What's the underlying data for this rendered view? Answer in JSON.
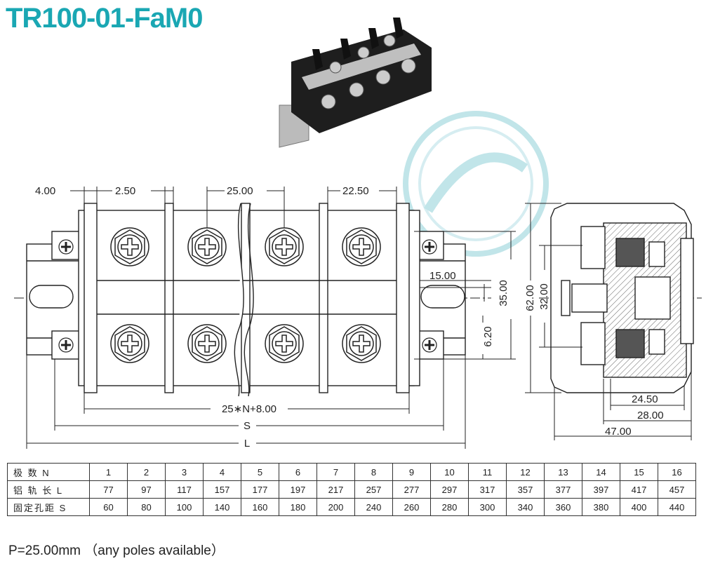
{
  "title": "TR100-01-FaM0",
  "dims": {
    "d1": "4.00",
    "d2": "2.50",
    "d3": "25.00",
    "d4": "22.50",
    "d5": "15.00",
    "d6": "35.00",
    "d7": "6.20",
    "d8": "62.00",
    "d9": "32.00",
    "d10": "25∗N+8.00",
    "d11": "S",
    "d12": "L",
    "d13": "24.50",
    "d14": "28.00",
    "d15": "47.00"
  },
  "table": {
    "rows": [
      {
        "label": "极  数  N",
        "values": [
          "1",
          "2",
          "3",
          "4",
          "5",
          "6",
          "7",
          "8",
          "9",
          "10",
          "11",
          "12",
          "13",
          "14",
          "15",
          "16"
        ]
      },
      {
        "label": "铝 轨 长  L",
        "values": [
          "77",
          "97",
          "117",
          "157",
          "177",
          "197",
          "217",
          "257",
          "277",
          "297",
          "317",
          "357",
          "377",
          "397",
          "417",
          "457"
        ]
      },
      {
        "label": "固定孔距  S",
        "values": [
          "60",
          "80",
          "100",
          "140",
          "160",
          "180",
          "200",
          "240",
          "260",
          "280",
          "300",
          "340",
          "360",
          "380",
          "400",
          "440"
        ]
      }
    ]
  },
  "note": "P=25.00mm （any poles available）",
  "colors": {
    "title": "#1aa7b3",
    "watermark": "#8fd0d8"
  }
}
